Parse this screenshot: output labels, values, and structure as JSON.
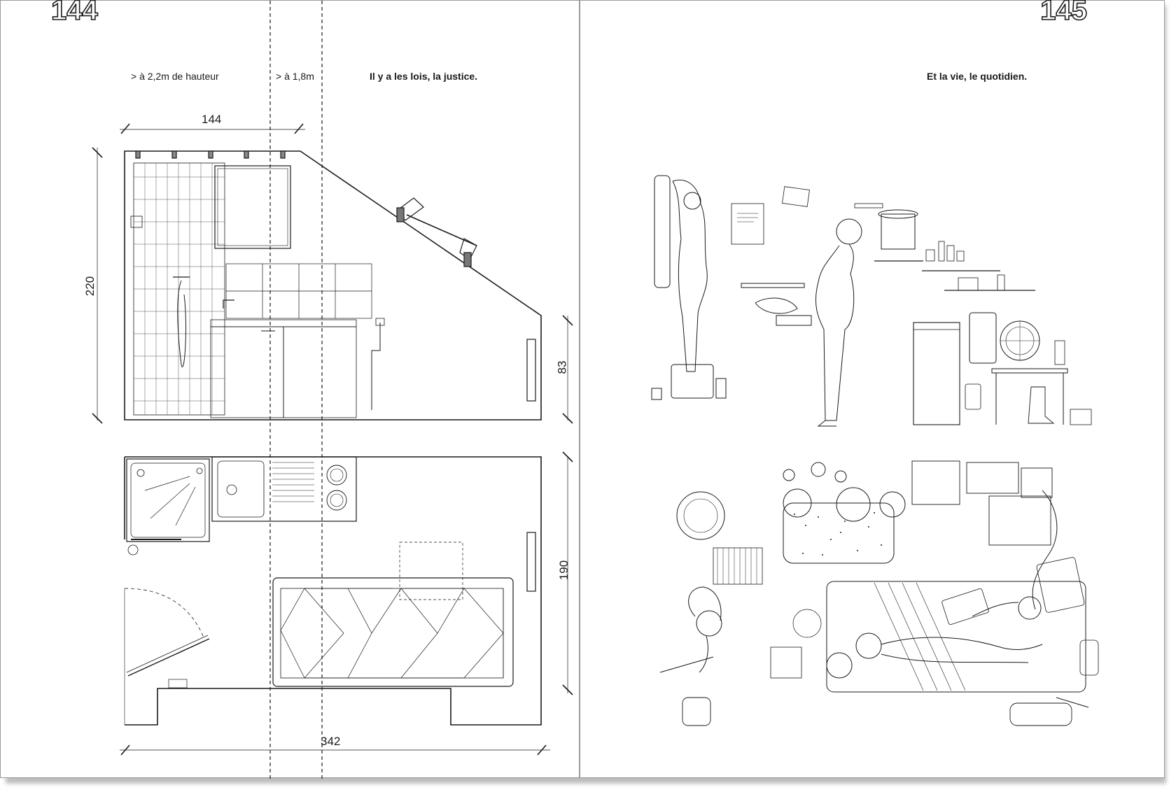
{
  "left_page": {
    "folio": "144",
    "height_label_1": "> à 2,2m de hauteur",
    "height_label_2": "> à 1,8m",
    "heading": "Il y a les lois, la justice.",
    "dimensions": {
      "width_top": "144",
      "height_section": "220",
      "height_window": "83",
      "depth_plan": "190",
      "width_total": "342"
    }
  },
  "right_page": {
    "folio": "145",
    "heading": "Et la vie, le quotidien."
  }
}
